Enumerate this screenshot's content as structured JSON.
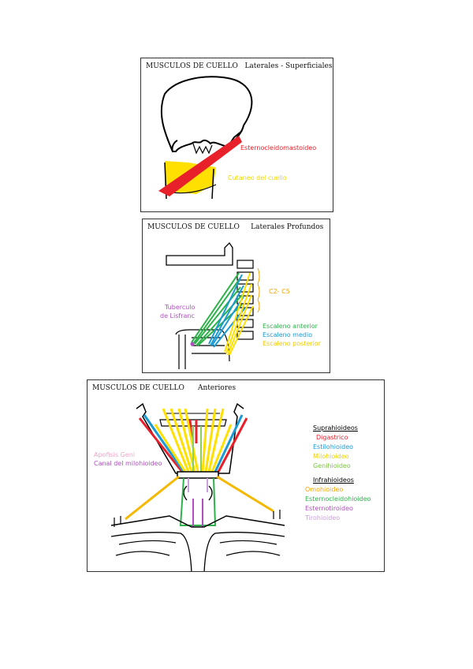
{
  "panel1": {
    "title": "MUSCULOS DE CUELLO",
    "subtitle": "Laterales - Superficiales",
    "labels": {
      "sternocleidomastoid": "Esternocleidomastoideo",
      "platysma": "Cutaneo del cuello"
    }
  },
  "panel2": {
    "title": "MUSCULOS DE CUELLO",
    "subtitle": "Laterales   Profundos",
    "labels": {
      "vertebrae": "C2- C5",
      "tubercle_line1": "Tuberculo",
      "tubercle_line2": "de Lisfranc",
      "scalene_anterior": "Escaleno anterior",
      "scalene_middle": "Escaleno medio",
      "scalene_posterior": "Escaleno posterior"
    }
  },
  "panel3": {
    "title": "MUSCULOS DE CUELLO",
    "subtitle": "Anteriores",
    "left_labels": {
      "genial_apophysis": "Apofisis Geni",
      "mylohyoid_canal": "Canal del milohioideo"
    },
    "suprahyoid_heading": "Suprahioideos",
    "suprahyoid": [
      "Digastrico",
      "Estilohioideo",
      "Milohioideo",
      "Genihioideo"
    ],
    "infrahyoid_heading": "Infrahioideos",
    "infrahyoid": [
      "Omohioideo",
      "Esternocleidohioideo",
      "Esternotiroideo",
      "Tirohioideo"
    ]
  },
  "colors": {
    "red": "#e8202a",
    "yellow": "#ffe000",
    "orange": "#f5a400",
    "green": "#2db34a",
    "blue": "#1b9ad6",
    "purple": "#b04fc0",
    "pink": "#f3a6c8",
    "lilac": "#c9a0dc",
    "lightgreen": "#66cc44"
  }
}
